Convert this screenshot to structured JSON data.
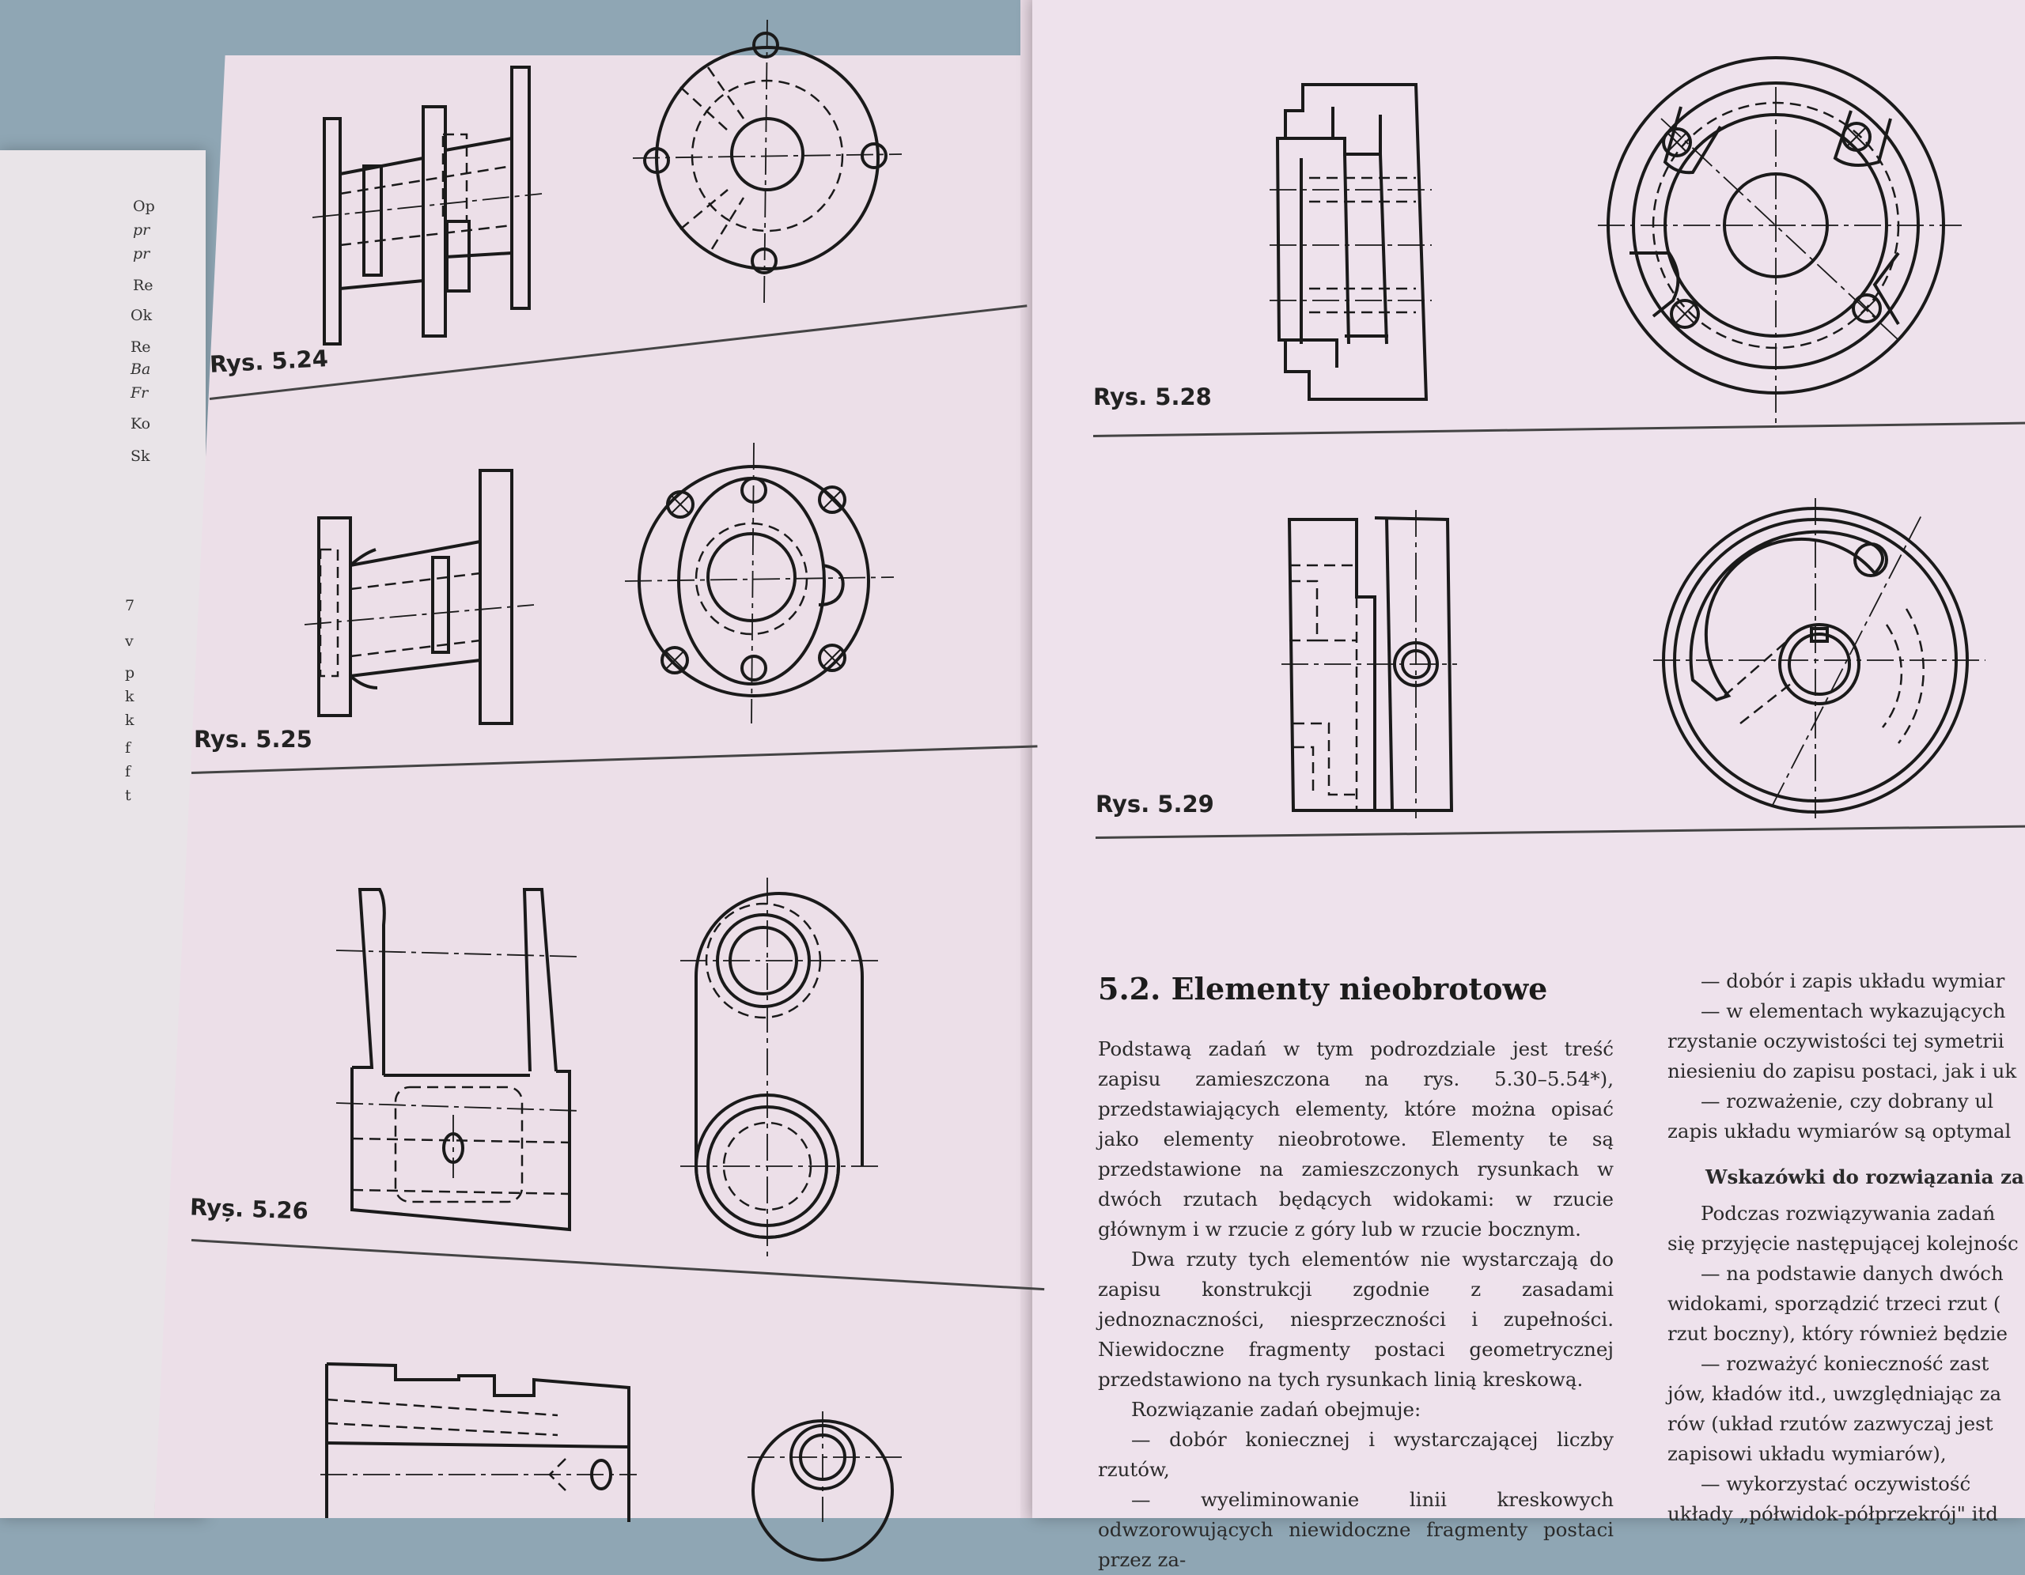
{
  "left_margin_fragments": [
    "Op",
    "pr",
    "pr",
    "Re",
    "Ok",
    "Re",
    "Ba",
    "Fr",
    "Ko",
    "Sk",
    "7",
    "v",
    "p",
    "k",
    "k",
    "f",
    "f",
    "t"
  ],
  "figures": {
    "fig_524": "Rys. 5.24",
    "fig_525": "Rys. 5.25",
    "fig_526": "Ryș. 5.26",
    "fig_528": "Rys. 5.28",
    "fig_529": "Rys. 5.29"
  },
  "section": {
    "title": "5.2. Elementy nieobrotowe"
  },
  "column1": {
    "p1": "Podstawą zadań w tym podrozdziale jest treść zapisu zamieszczona na rys. 5.30–5.54*), przedstawiających elementy, które można opisać jako elementy nieobrotowe. Elementy te są przedstawione na zamieszczonych rysunkach w dwóch rzutach będących widokami: w rzucie głównym i w rzucie z góry lub w rzucie bocznym.",
    "p2": "Dwa rzuty tych elementów nie wystarczają do zapisu konstrukcji zgodnie z zasadami jednoznaczności, niesprzeczności i zupełności. Niewidoczne fragmenty postaci geometrycznej przedstawiono na tych rysunkach linią kreskową.",
    "p3": "Rozwiązanie zadań obejmuje:",
    "p4": "— dobór koniecznej i wystarczającej liczby rzutów,",
    "p5": "— wyeliminowanie linii kreskowych odwzorowujących niewidoczne fragmenty postaci przez za-"
  },
  "column2": {
    "l1": "— dobór i zapis układu wymiar",
    "l2": "— w elementach wykazujących",
    "l3": "rzystanie oczywistości tej symetrii",
    "l4": "niesieniu do zapisu postaci, jak i uk",
    "l5": "— rozważenie, czy dobrany ul",
    "l6": "zapis układu wymiarów są optymal",
    "heading": "Wskazówki do rozwiązania za",
    "l7": "Podczas rozwiązywania zadań",
    "l8": "się przyjęcie następującej kolejnośc",
    "l9": "— na podstawie danych dwóch",
    "l10": "widokami, sporządzić trzeci rzut (",
    "l11": "rzut boczny), który również będzie",
    "l12": "— rozważyć konieczność zast",
    "l13": "jów, kładów itd., uwzględniając za",
    "l14": "rów (układ rzutów zazwyczaj jest",
    "l15": "zapisowi układu wymiarów),",
    "l16": "— wykorzystać oczywistość",
    "l17": "układy „półwidok-półprzekrój\" itd"
  }
}
